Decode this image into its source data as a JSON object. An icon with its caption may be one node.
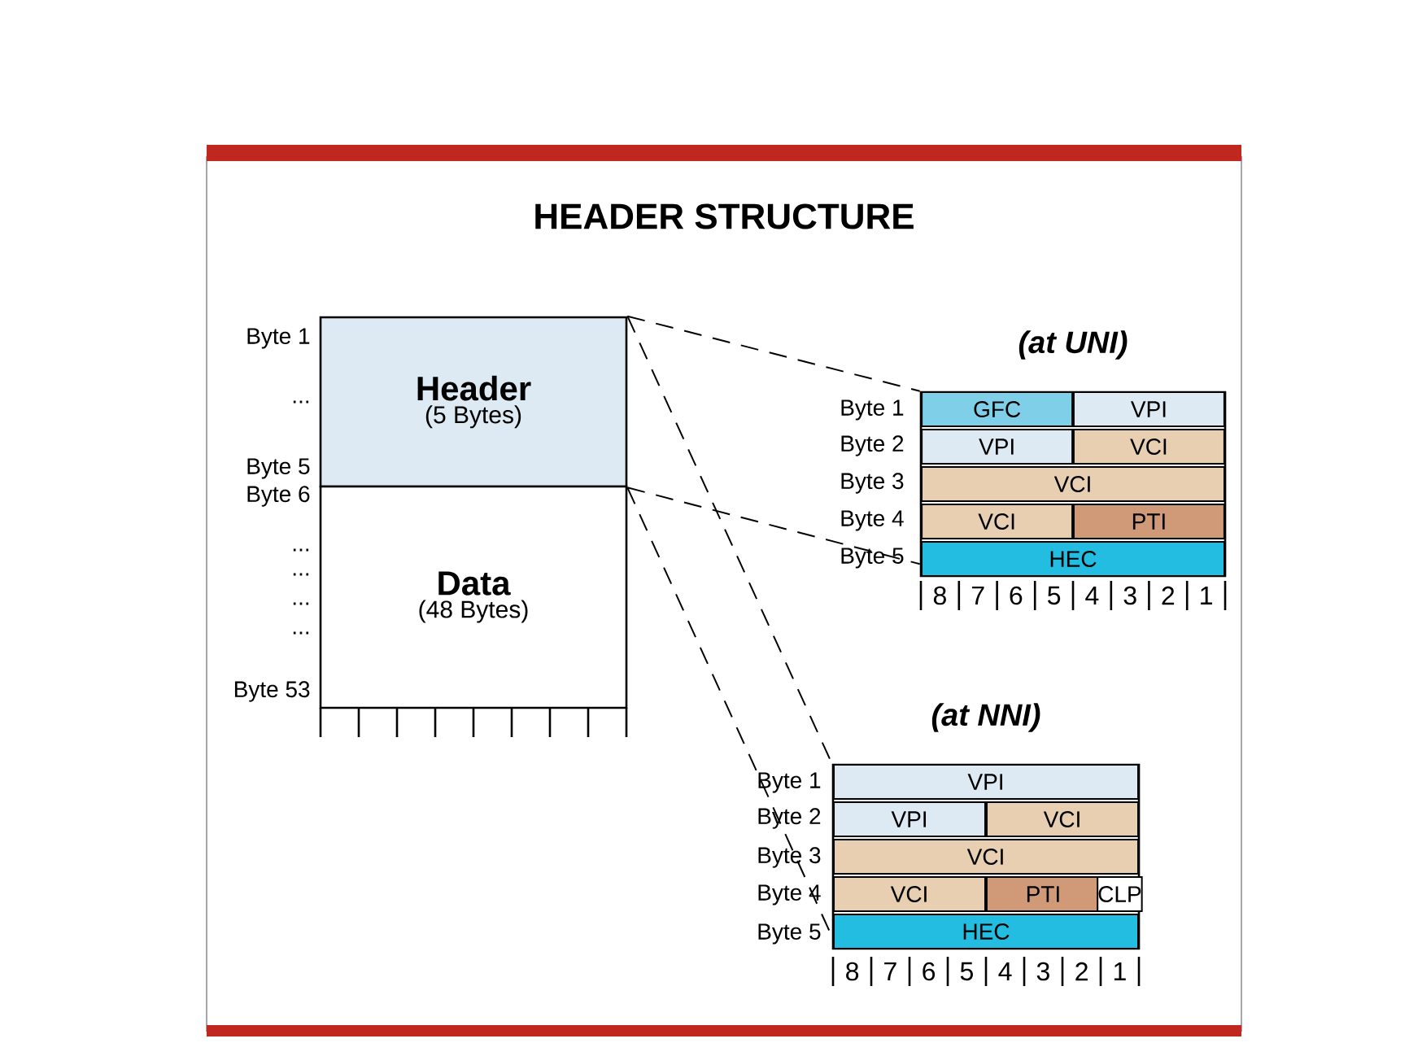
{
  "diagram": {
    "title": "HEADER STRUCTURE",
    "nodes": [
      {
        "text": [
          "Header",
          "(5 Bytes)"
        ]
      },
      {
        "text": [
          "Data",
          "(48 Bytes)"
        ]
      },
      {
        "text": [
          "(at UNI)"
        ]
      },
      {
        "text": [
          "GFC"
        ],
        "in": 2
      },
      {
        "text": [
          "VPI"
        ],
        "in": 2
      },
      {
        "text": [
          "VPI"
        ],
        "in": 2
      },
      {
        "text": [
          "VCI"
        ],
        "in": 2
      },
      {
        "text": [
          "VCI"
        ],
        "in": 2
      },
      {
        "text": [
          "VCI"
        ],
        "in": 2
      },
      {
        "text": [
          "PTI"
        ],
        "in": 2
      },
      {
        "text": [
          "HEC"
        ],
        "in": 2
      },
      {
        "text": [
          "(at NNI)"
        ]
      },
      {
        "text": [
          "VPI"
        ],
        "in": 11
      },
      {
        "text": [
          "VPI"
        ],
        "in": 11
      },
      {
        "text": [
          "VCI"
        ],
        "in": 11
      },
      {
        "text": [
          "VCI"
        ],
        "in": 11
      },
      {
        "text": [
          "VCI"
        ],
        "in": 11
      },
      {
        "text": [
          "PTI"
        ],
        "in": 11
      },
      {
        "text": [
          "CLP"
        ],
        "in": 11
      },
      {
        "text": [
          "HEC"
        ],
        "in": 11
      }
    ],
    "edges": [
      {
        "from": 0,
        "to": 2,
        "arrow": "none",
        "style": "dashed"
      },
      {
        "from": 0,
        "to": 2,
        "arrow": "none",
        "style": "dashed"
      },
      {
        "from": 0,
        "to": 11,
        "arrow": "none",
        "style": "dashed"
      },
      {
        "from": 0,
        "to": 11,
        "arrow": "none",
        "style": "dashed"
      }
    ],
    "labels": [
      "Byte 1",
      "...",
      "Byte 5",
      "Byte 6",
      "...",
      "...",
      "...",
      "...",
      "Byte 53",
      "Byte 1",
      "Byte 2",
      "Byte 3",
      "Byte 4",
      "Byte 5",
      "8",
      "7",
      "6",
      "5",
      "4",
      "3",
      "2",
      "1",
      "Byte 1",
      "Byte 2",
      "Byte 3",
      "Byte 4",
      "Byte 5",
      "8",
      "7",
      "6",
      "5",
      "4",
      "3",
      "2",
      "1"
    ]
  }
}
